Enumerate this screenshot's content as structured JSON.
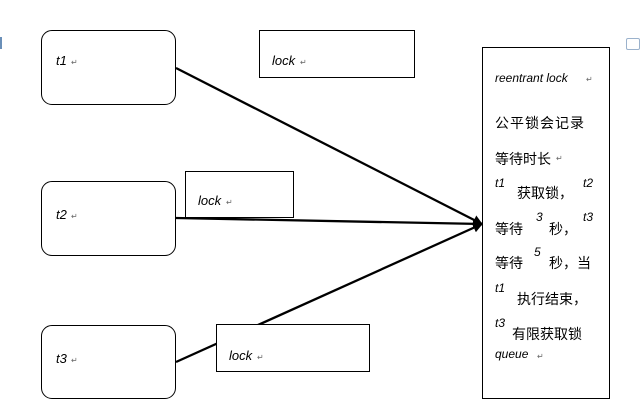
{
  "threads": [
    {
      "label": "t1"
    },
    {
      "label": "t2"
    },
    {
      "label": "t3"
    }
  ],
  "locks": [
    {
      "label": "lock"
    },
    {
      "label": "lock"
    },
    {
      "label": "lock"
    }
  ],
  "queue_box": {
    "title": "reentrant lock",
    "line1": "公平锁会记录",
    "line2": "等待时长",
    "line3_t": "t1",
    "line3_text": "获取锁，",
    "line3_t2": "t2",
    "line4_text1": "等待",
    "line4_num": "3",
    "line4_text2": "秒，",
    "line4_t": "t3",
    "line5_text1": "等待",
    "line5_num": "5",
    "line5_text2": "秒，当",
    "line6_t": "t1",
    "line6_text": "执行结束，",
    "line7_t": "t3",
    "line7_text": "有限获取锁",
    "footer": "queue"
  },
  "return_mark": "↵"
}
